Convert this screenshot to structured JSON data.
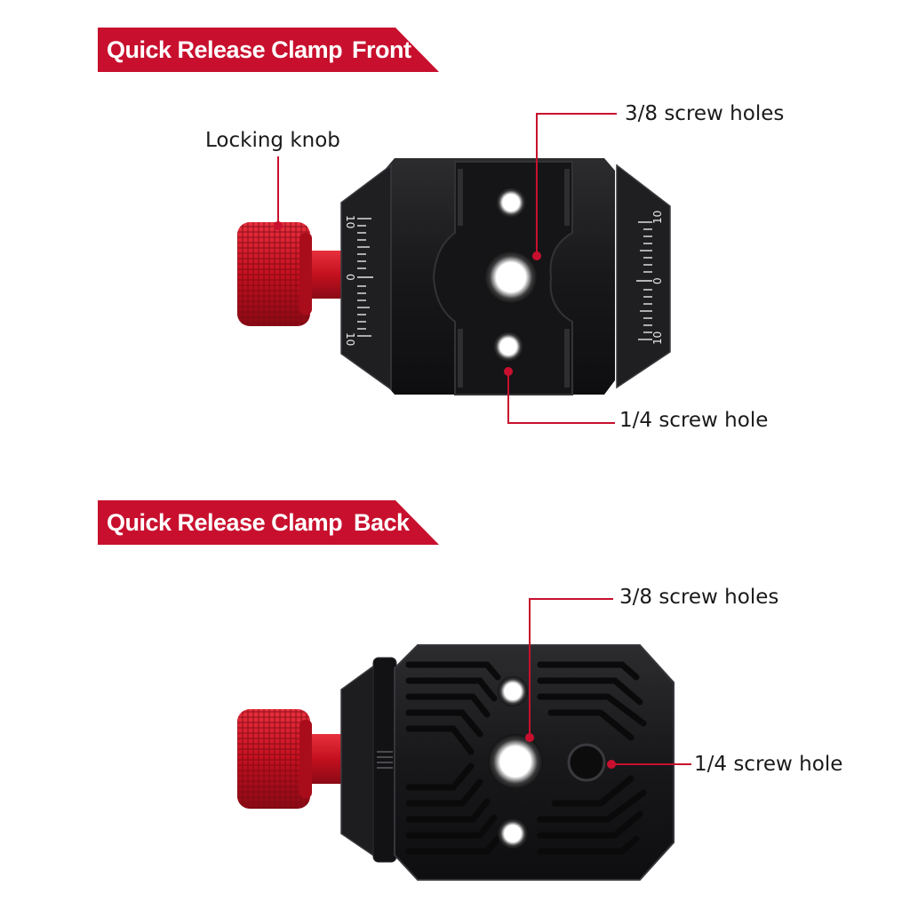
{
  "front": {
    "banner_title": "Quick Release Clamp",
    "banner_side": "Front",
    "labels": {
      "locking_knob": "Locking knob",
      "screw_holes_38": "3/8 screw holes",
      "screw_hole_14": "1/4 screw hole"
    },
    "scale_marks": {
      "top": "10",
      "middle": "0",
      "bottom": "10"
    }
  },
  "back": {
    "banner_title": "Quick Release Clamp",
    "banner_side": "Back",
    "labels": {
      "screw_holes_38": "3/8 screw holes",
      "screw_hole_14": "1/4 screw hole"
    }
  },
  "colors": {
    "accent_red": "#c8102e",
    "knob_red": "#d0162a",
    "body_black": "#1b1b1d"
  }
}
